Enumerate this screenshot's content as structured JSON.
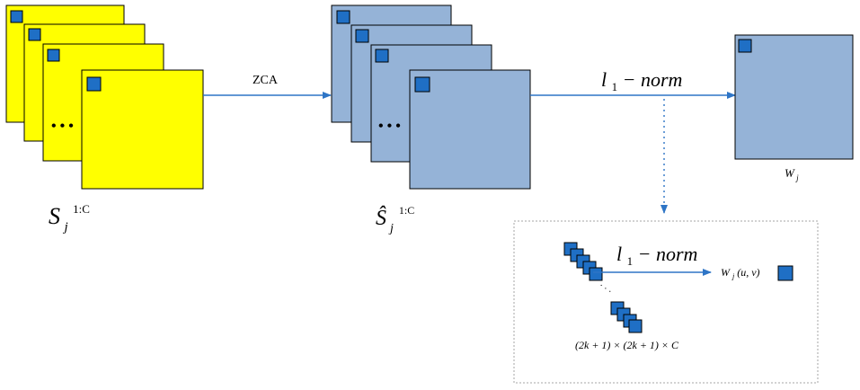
{
  "colors": {
    "yellow_fill": "#FFFF00",
    "blue_fill": "#95B3D7",
    "small_square": "#1F6FC5",
    "arrow": "#2E75C6",
    "border": "#000000",
    "dotted_box": "#A6A6A6"
  },
  "stack1": {
    "ellipsis": "• • •",
    "label_main": "S",
    "label_sub": "j",
    "label_sup": "1:C"
  },
  "arrow1": {
    "label": "ZCA"
  },
  "stack2": {
    "ellipsis": "• • •",
    "label_main": "Ŝ",
    "label_sub": "j",
    "label_sup": "1:C"
  },
  "arrow2": {
    "label_main": "l",
    "label_sub": "1",
    "label_rest": " − norm"
  },
  "output": {
    "label_main": "W",
    "label_sub": "j"
  },
  "detail": {
    "arrow_label_main": "l",
    "arrow_label_sub": "1",
    "arrow_label_rest": " − norm",
    "output_label_main": "W",
    "output_label_sub": "j",
    "output_label_args": "(u, v)",
    "window_label": "(2k + 1) × (2k + 1) × C",
    "dots": "· · ·"
  }
}
